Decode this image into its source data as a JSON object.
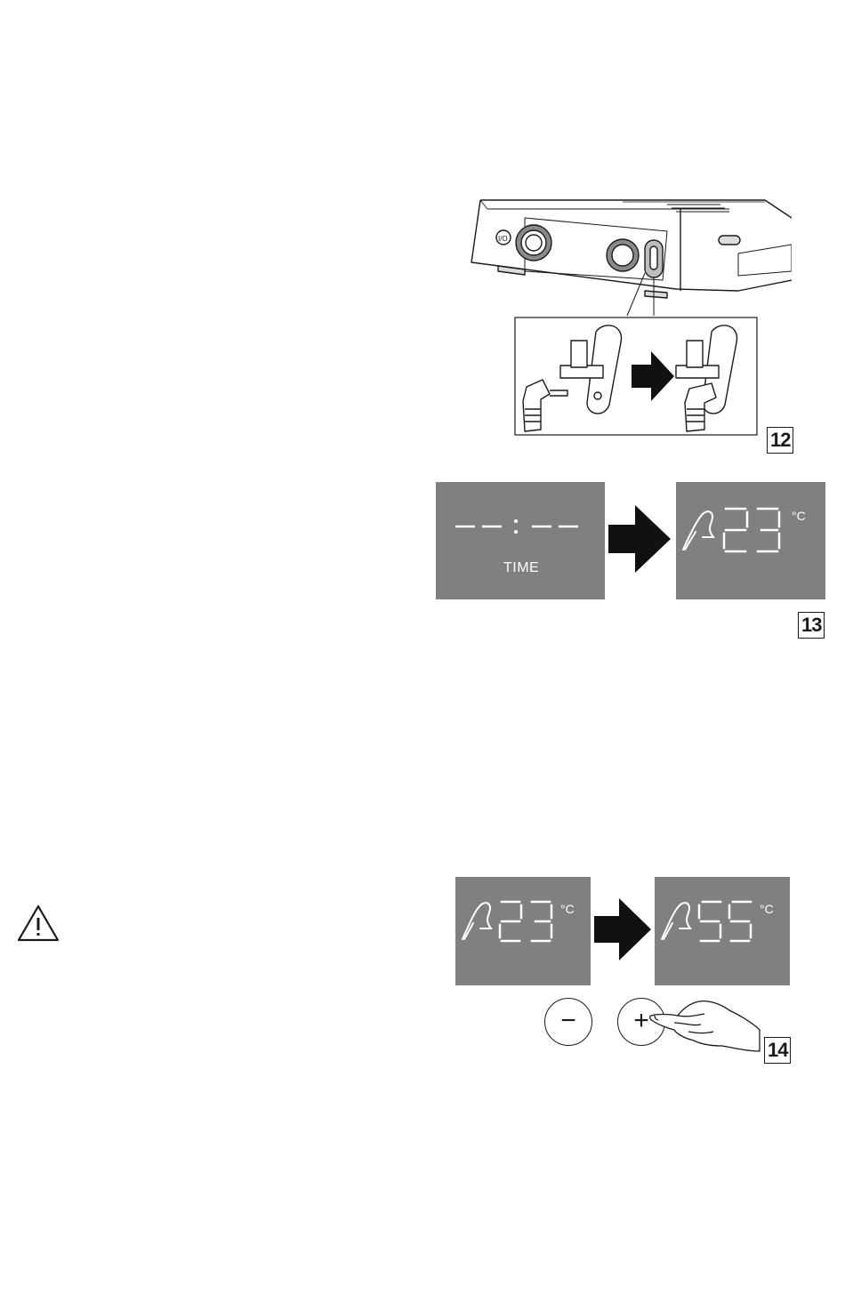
{
  "figures": {
    "fig12": {
      "number": "12"
    },
    "fig13": {
      "number": "13",
      "left_display": {
        "text": "--:--",
        "label": "TIME"
      },
      "right_display": {
        "value": "23",
        "unit": "°C"
      }
    },
    "fig14": {
      "number": "14",
      "left_display": {
        "value": "23",
        "unit": "°C"
      },
      "right_display": {
        "value": "55",
        "unit": "°C"
      },
      "minus_label": "−",
      "plus_label": "+"
    }
  },
  "colors": {
    "display_bg": "#808080",
    "ink": "#1a1a1a",
    "segment": "#ffffff"
  },
  "icons": [
    "warning-icon",
    "probe-icon",
    "arrow-right-icon",
    "hand-icon"
  ]
}
